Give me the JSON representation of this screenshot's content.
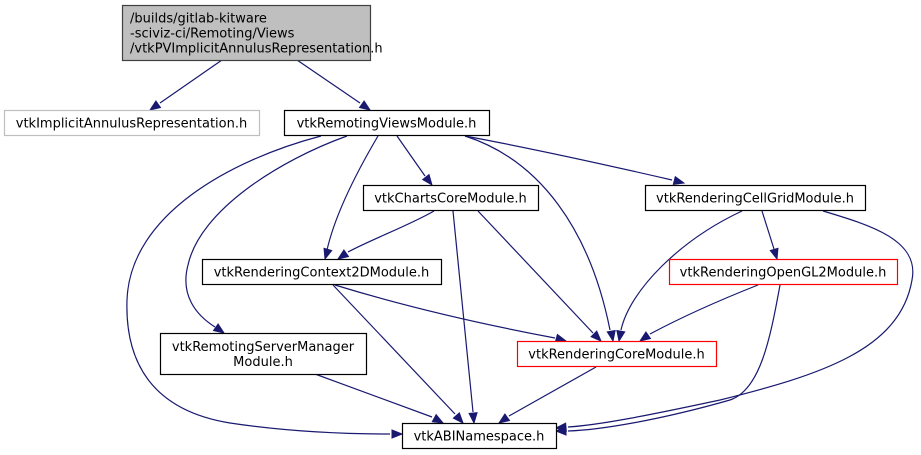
{
  "title": "Include dependency graph for vtkPVImplicitAnnulusRepresentation.h",
  "colors": {
    "edge": "#191970",
    "root_fill": "#bfbfbf",
    "root_border": "#404040",
    "normal_border": "#000000",
    "external_border": "#bfbfbf",
    "truncated_border": "#ff0000"
  },
  "nodes": [
    {
      "id": "root",
      "lines": [
        "/builds/gitlab-kitware",
        "-sciviz-ci/Remoting/Views",
        "/vtkPVImplicitAnnulusRepresentation.h"
      ],
      "style": "root"
    },
    {
      "id": "implicit",
      "lines": [
        "vtkImplicitAnnulusRepresentation.h"
      ],
      "style": "external"
    },
    {
      "id": "views",
      "lines": [
        "vtkRemotingViewsModule.h"
      ],
      "style": "normal"
    },
    {
      "id": "charts",
      "lines": [
        "vtkChartsCoreModule.h"
      ],
      "style": "normal"
    },
    {
      "id": "cellgrid",
      "lines": [
        "vtkRenderingCellGridModule.h"
      ],
      "style": "normal"
    },
    {
      "id": "context2d",
      "lines": [
        "vtkRenderingContext2DModule.h"
      ],
      "style": "normal"
    },
    {
      "id": "opengl2",
      "lines": [
        "vtkRenderingOpenGL2Module.h"
      ],
      "style": "truncated"
    },
    {
      "id": "servermgr",
      "lines": [
        "vtkRemotingServerManager",
        "Module.h"
      ],
      "style": "normal"
    },
    {
      "id": "core",
      "lines": [
        "vtkRenderingCoreModule.h"
      ],
      "style": "truncated"
    },
    {
      "id": "abi",
      "lines": [
        "vtkABINamespace.h"
      ],
      "style": "normal"
    }
  ],
  "edges": [
    {
      "from": "root",
      "to": "implicit"
    },
    {
      "from": "root",
      "to": "views"
    },
    {
      "from": "views",
      "to": "abi"
    },
    {
      "from": "views",
      "to": "servermgr"
    },
    {
      "from": "views",
      "to": "context2d"
    },
    {
      "from": "views",
      "to": "charts"
    },
    {
      "from": "views",
      "to": "core"
    },
    {
      "from": "views",
      "to": "cellgrid"
    },
    {
      "from": "charts",
      "to": "context2d"
    },
    {
      "from": "charts",
      "to": "abi"
    },
    {
      "from": "charts",
      "to": "core"
    },
    {
      "from": "cellgrid",
      "to": "core"
    },
    {
      "from": "cellgrid",
      "to": "opengl2"
    },
    {
      "from": "cellgrid",
      "to": "abi"
    },
    {
      "from": "context2d",
      "to": "core"
    },
    {
      "from": "context2d",
      "to": "abi"
    },
    {
      "from": "opengl2",
      "to": "core"
    },
    {
      "from": "opengl2",
      "to": "abi"
    },
    {
      "from": "servermgr",
      "to": "abi"
    },
    {
      "from": "core",
      "to": "abi"
    }
  ]
}
